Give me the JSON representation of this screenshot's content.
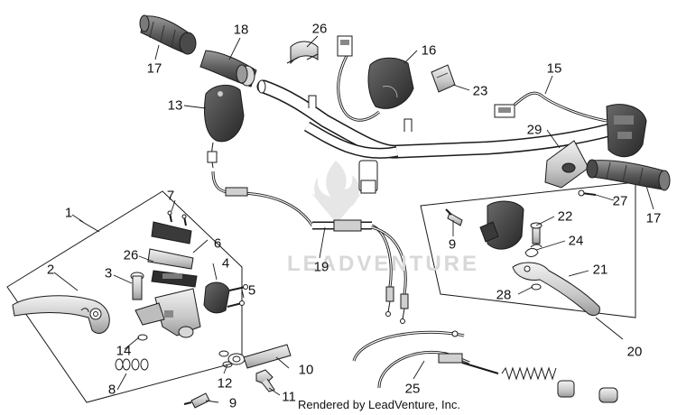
{
  "callouts": [
    {
      "id": "c1",
      "text": "1"
    },
    {
      "id": "c2",
      "text": "2"
    },
    {
      "id": "c3",
      "text": "3"
    },
    {
      "id": "c4",
      "text": "4"
    },
    {
      "id": "c5",
      "text": "5"
    },
    {
      "id": "c6",
      "text": "6"
    },
    {
      "id": "c7",
      "text": "7"
    },
    {
      "id": "c8",
      "text": "8"
    },
    {
      "id": "c9a",
      "text": "9"
    },
    {
      "id": "c9b",
      "text": "9"
    },
    {
      "id": "c10",
      "text": "10"
    },
    {
      "id": "c11",
      "text": "11"
    },
    {
      "id": "c12",
      "text": "12"
    },
    {
      "id": "c13",
      "text": "13"
    },
    {
      "id": "c14",
      "text": "14"
    },
    {
      "id": "c15",
      "text": "15"
    },
    {
      "id": "c16",
      "text": "16"
    },
    {
      "id": "c17a",
      "text": "17"
    },
    {
      "id": "c17b",
      "text": "17"
    },
    {
      "id": "c18",
      "text": "18"
    },
    {
      "id": "c19",
      "text": "19"
    },
    {
      "id": "c20",
      "text": "20"
    },
    {
      "id": "c21",
      "text": "21"
    },
    {
      "id": "c22",
      "text": "22"
    },
    {
      "id": "c23",
      "text": "23"
    },
    {
      "id": "c24",
      "text": "24"
    },
    {
      "id": "c25",
      "text": "25"
    },
    {
      "id": "c26a",
      "text": "26"
    },
    {
      "id": "c26b",
      "text": "26"
    },
    {
      "id": "c27",
      "text": "27"
    },
    {
      "id": "c28",
      "text": "28"
    },
    {
      "id": "c29",
      "text": "29"
    }
  ],
  "footer": "Rendered by LeadVenture, Inc.",
  "watermark": "LEADVENTURE",
  "colors": {
    "line": "#1a1a1a",
    "part_dark": "#3a3a3a",
    "part_mid": "#8c8c8c",
    "part_light": "#d6d6d6",
    "watermark": "#d8d8d8"
  }
}
